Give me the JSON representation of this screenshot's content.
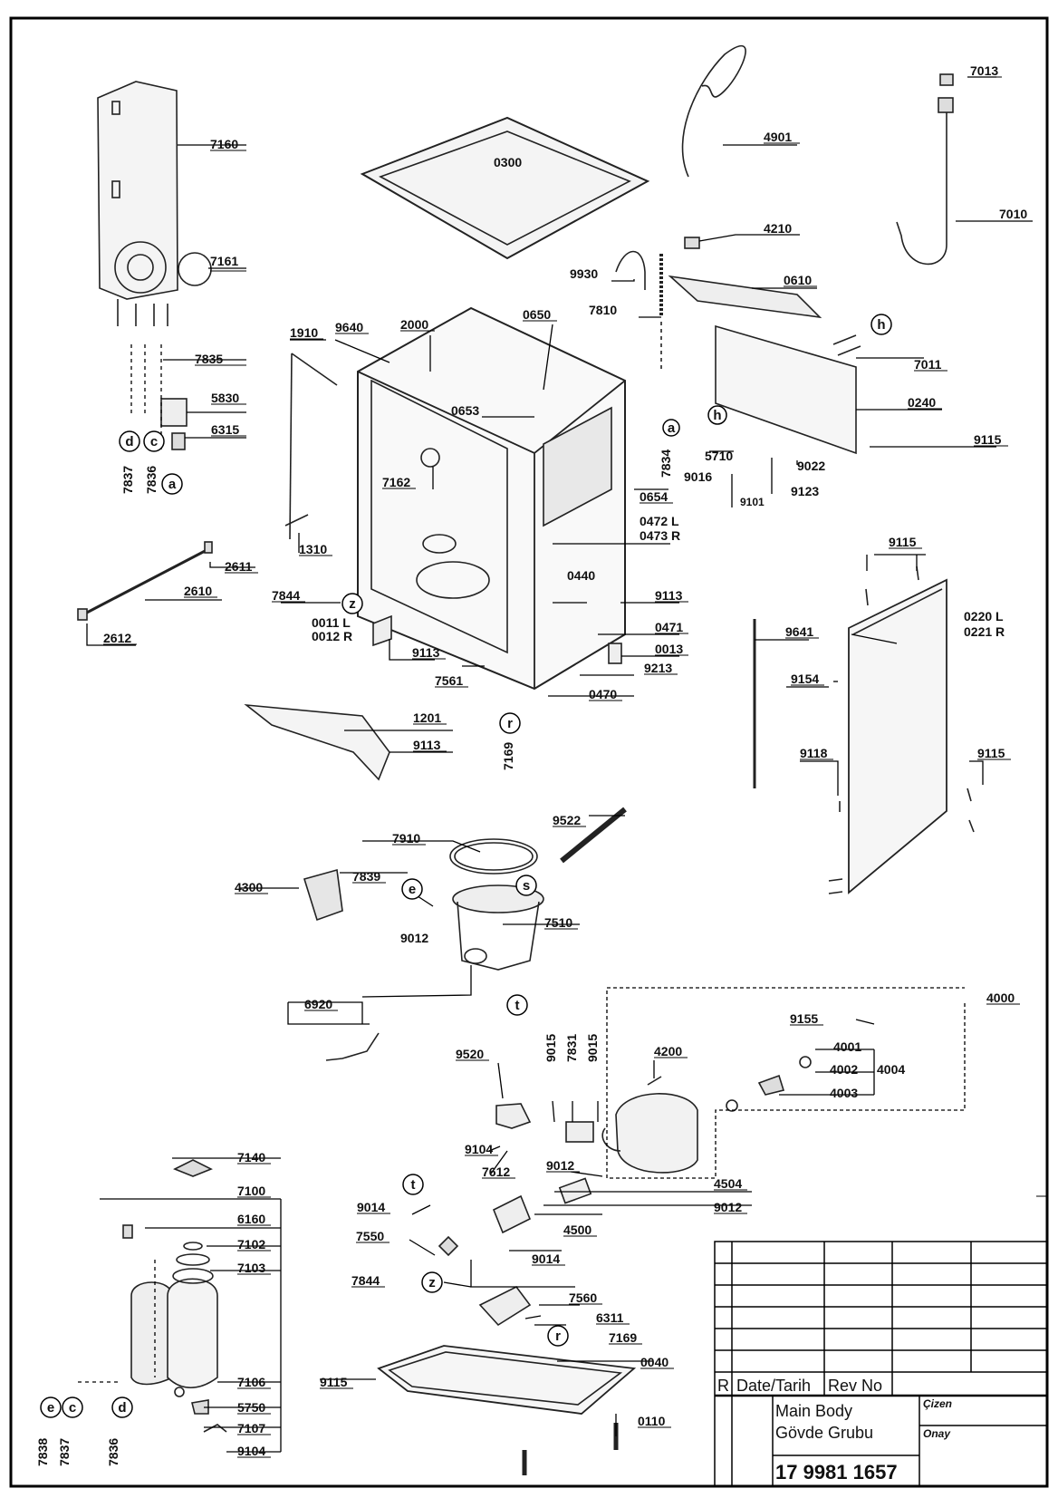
{
  "drawing": {
    "labels": [
      {
        "id": "l7160",
        "text": "7160"
      },
      {
        "id": "l7161",
        "text": "7161"
      },
      {
        "id": "l7835",
        "text": "7835"
      },
      {
        "id": "l5830",
        "text": "5830"
      },
      {
        "id": "l6315",
        "text": "6315"
      },
      {
        "id": "l7837a",
        "text": "7837"
      },
      {
        "id": "l7836a",
        "text": "7836"
      },
      {
        "id": "l0300",
        "text": "0300"
      },
      {
        "id": "l4901",
        "text": "4901"
      },
      {
        "id": "l7013",
        "text": "7013"
      },
      {
        "id": "l7010",
        "text": "7010"
      },
      {
        "id": "l4210",
        "text": "4210"
      },
      {
        "id": "l0610",
        "text": "0610"
      },
      {
        "id": "l9930",
        "text": "9930"
      },
      {
        "id": "l7810",
        "text": "7810"
      },
      {
        "id": "l7011",
        "text": "7011"
      },
      {
        "id": "l0240",
        "text": "0240"
      },
      {
        "id": "l9115a",
        "text": "9115"
      },
      {
        "id": "l1910",
        "text": "1910"
      },
      {
        "id": "l9640",
        "text": "9640"
      },
      {
        "id": "l2000",
        "text": "2000"
      },
      {
        "id": "l0650",
        "text": "0650"
      },
      {
        "id": "l0653",
        "text": "0653"
      },
      {
        "id": "l7162",
        "text": "7162"
      },
      {
        "id": "l7834",
        "text": "7834"
      },
      {
        "id": "l5710",
        "text": "5710"
      },
      {
        "id": "l9016",
        "text": "9016"
      },
      {
        "id": "l9022",
        "text": "9022"
      },
      {
        "id": "l9101",
        "text": "9101"
      },
      {
        "id": "l9123",
        "text": "9123"
      },
      {
        "id": "l0654",
        "text": "0654"
      },
      {
        "id": "l0472",
        "text": "0472 L"
      },
      {
        "id": "l0473",
        "text": "0473 R"
      },
      {
        "id": "l1310",
        "text": "1310"
      },
      {
        "id": "l2611",
        "text": "2611"
      },
      {
        "id": "l2610",
        "text": "2610"
      },
      {
        "id": "l2612",
        "text": "2612"
      },
      {
        "id": "l7844a",
        "text": "7844"
      },
      {
        "id": "l0011",
        "text": "0011 L"
      },
      {
        "id": "l0012",
        "text": "0012 R"
      },
      {
        "id": "l9113a",
        "text": "9113"
      },
      {
        "id": "l0440",
        "text": "0440"
      },
      {
        "id": "l9113b",
        "text": "9113"
      },
      {
        "id": "l0471",
        "text": "0471"
      },
      {
        "id": "l0013",
        "text": "0013"
      },
      {
        "id": "l9213",
        "text": "9213"
      },
      {
        "id": "l0470",
        "text": "0470"
      },
      {
        "id": "l7561",
        "text": "7561"
      },
      {
        "id": "l1201",
        "text": "1201"
      },
      {
        "id": "l9113c",
        "text": "9113"
      },
      {
        "id": "l7169a",
        "text": "7169"
      },
      {
        "id": "l9115b",
        "text": "9115"
      },
      {
        "id": "l0220",
        "text": "0220 L"
      },
      {
        "id": "l0221",
        "text": "0221 R"
      },
      {
        "id": "l9641",
        "text": "9641"
      },
      {
        "id": "l9154",
        "text": "9154"
      },
      {
        "id": "l9118",
        "text": "9118"
      },
      {
        "id": "l9115c",
        "text": "9115"
      },
      {
        "id": "l9522",
        "text": "9522"
      },
      {
        "id": "l7910",
        "text": "7910"
      },
      {
        "id": "l4300",
        "text": "4300"
      },
      {
        "id": "l7839",
        "text": "7839"
      },
      {
        "id": "l9012a",
        "text": "9012"
      },
      {
        "id": "l7510",
        "text": "7510"
      },
      {
        "id": "l6920",
        "text": "6920"
      },
      {
        "id": "l4000",
        "text": "4000"
      },
      {
        "id": "l9155",
        "text": "9155"
      },
      {
        "id": "l4001",
        "text": "4001"
      },
      {
        "id": "l4002",
        "text": "4002"
      },
      {
        "id": "l4004",
        "text": "4004"
      },
      {
        "id": "l4003",
        "text": "4003"
      },
      {
        "id": "l4200",
        "text": "4200"
      },
      {
        "id": "l9520",
        "text": "9520"
      },
      {
        "id": "l9015a",
        "text": "9015"
      },
      {
        "id": "l7831",
        "text": "7831"
      },
      {
        "id": "l9015b",
        "text": "9015"
      },
      {
        "id": "l9104a",
        "text": "9104"
      },
      {
        "id": "l7612",
        "text": "7612"
      },
      {
        "id": "l9012b",
        "text": "9012"
      },
      {
        "id": "l4504",
        "text": "4504"
      },
      {
        "id": "l9012c",
        "text": "9012"
      },
      {
        "id": "l4500",
        "text": "4500"
      },
      {
        "id": "l9014a",
        "text": "9014"
      },
      {
        "id": "l7550",
        "text": "7550"
      },
      {
        "id": "l9014b",
        "text": "9014"
      },
      {
        "id": "l7140",
        "text": "7140"
      },
      {
        "id": "l7100",
        "text": "7100"
      },
      {
        "id": "l6160",
        "text": "6160"
      },
      {
        "id": "l7102",
        "text": "7102"
      },
      {
        "id": "l7103",
        "text": "7103"
      },
      {
        "id": "l7844b",
        "text": "7844"
      },
      {
        "id": "l7560",
        "text": "7560"
      },
      {
        "id": "l6311",
        "text": "6311"
      },
      {
        "id": "l7169b",
        "text": "7169"
      },
      {
        "id": "l0040",
        "text": "0040"
      },
      {
        "id": "l9115d",
        "text": "9115"
      },
      {
        "id": "l7106",
        "text": "7106"
      },
      {
        "id": "l5750",
        "text": "5750"
      },
      {
        "id": "l7107",
        "text": "7107"
      },
      {
        "id": "l9104b",
        "text": "9104"
      },
      {
        "id": "l0110",
        "text": "0110"
      },
      {
        "id": "l7838",
        "text": "7838"
      },
      {
        "id": "l7837b",
        "text": "7837"
      },
      {
        "id": "l7836b",
        "text": "7836"
      }
    ],
    "callouts": [
      {
        "id": "c_a1",
        "text": "a"
      },
      {
        "id": "c_c1",
        "text": "c"
      },
      {
        "id": "c_d1",
        "text": "d"
      },
      {
        "id": "c_h1",
        "text": "h"
      },
      {
        "id": "c_a2",
        "text": "a"
      },
      {
        "id": "c_h2",
        "text": "h"
      },
      {
        "id": "c_z1",
        "text": "z"
      },
      {
        "id": "c_r1",
        "text": "r"
      },
      {
        "id": "c_e1",
        "text": "e"
      },
      {
        "id": "c_s1",
        "text": "s"
      },
      {
        "id": "c_t1",
        "text": "t"
      },
      {
        "id": "c_t2",
        "text": "t"
      },
      {
        "id": "c_z2",
        "text": "z"
      },
      {
        "id": "c_r2",
        "text": "r"
      },
      {
        "id": "c_e2",
        "text": "e"
      },
      {
        "id": "c_c2",
        "text": "c"
      },
      {
        "id": "c_d2",
        "text": "d"
      }
    ]
  },
  "title_block": {
    "rev_letter": "R",
    "date_label": "Date/Tarih",
    "rev_no_label": "Rev No",
    "title_line1": "Main Body",
    "title_line2": "Gövde Grubu",
    "drawn_label": "Çizen",
    "approved_label": "Onay",
    "drawing_number": "17 9981 1657"
  }
}
